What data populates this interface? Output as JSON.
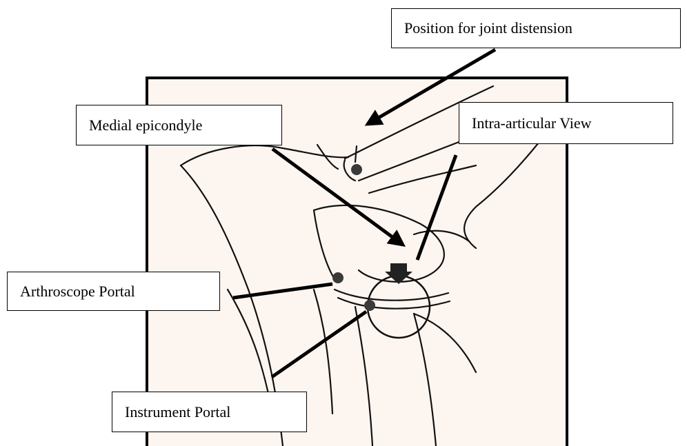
{
  "labels": {
    "joint_distension": "Position for joint distension",
    "medial_epicondyle": "Medial epicondyle",
    "intra_articular_view": "Intra-articular View",
    "arthroscope_portal": "Arthroscope Portal",
    "instrument_portal": "Instrument Portal"
  },
  "colors": {
    "panel_background": "#fdf5f0",
    "panel_border": "#000000",
    "drawing_stroke": "#111111",
    "portal_marker": "#3a3a3a",
    "pointer": "#000000"
  }
}
